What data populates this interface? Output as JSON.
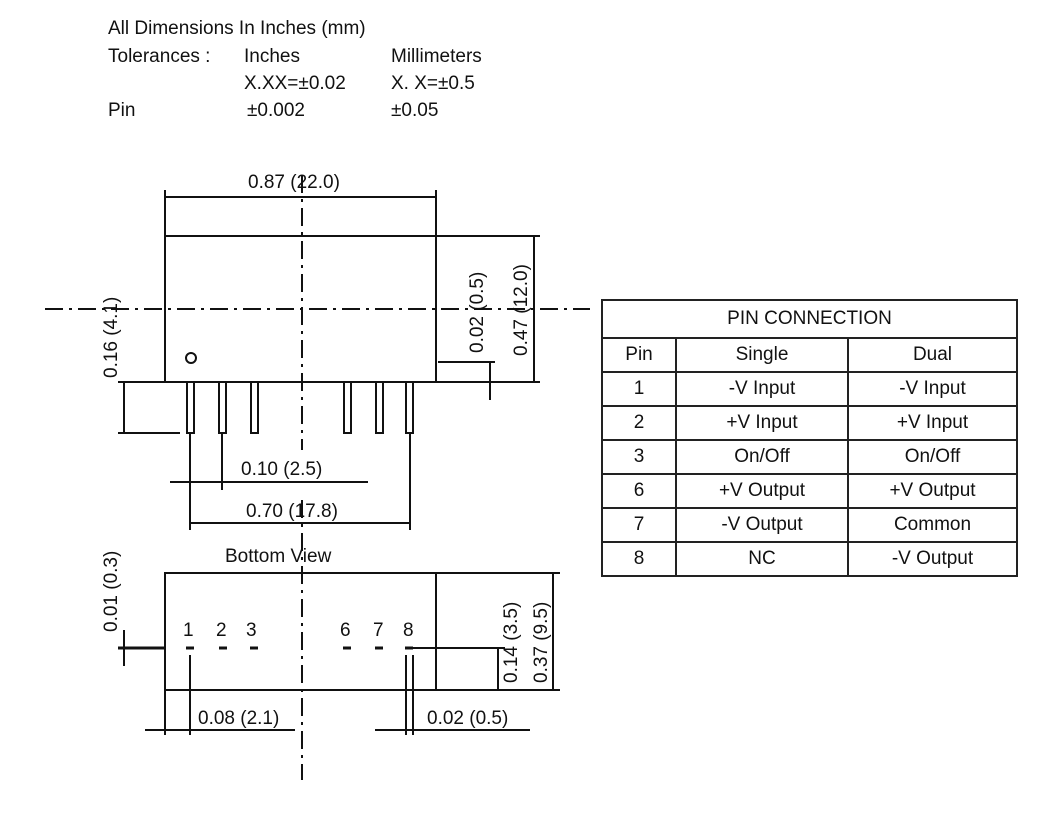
{
  "header": {
    "line1": "All Dimensions In Inches (mm)",
    "tolerances_label": "Tolerances :",
    "col_inches": "Inches",
    "col_mm": "Millimeters",
    "inches_tol": "X.XX=±0.02",
    "mm_tol": "X. X=±0.5",
    "pin_label": "Pin",
    "pin_inches_tol": "±0.002",
    "pin_mm_tol": "±0.05"
  },
  "dims": {
    "width": "0.87 (22.0)",
    "height": "0.47 (12.0)",
    "standoff": "0.02 (0.5)",
    "pin_length": "0.16 (4.1)",
    "pin_pitch": "0.10 (2.5)",
    "pin_span": "0.70 (17.8)",
    "bottom_view": "Bottom View",
    "bottom_offset": "0.01 (0.3)",
    "row_offset": "0.14 (3.5)",
    "bottom_height": "0.37 (9.5)",
    "edge_to_pin": "0.08 (2.1)",
    "pin_dia": "0.02 (0.5)"
  },
  "bottom_pins": [
    "1",
    "2",
    "3",
    "6",
    "7",
    "8"
  ],
  "pin_table": {
    "title": "PIN CONNECTION",
    "headers": [
      "Pin",
      "Single",
      "Dual"
    ],
    "rows": [
      [
        "1",
        "-V Input",
        "-V Input"
      ],
      [
        "2",
        "+V Input",
        "+V Input"
      ],
      [
        "3",
        "On/Off",
        "On/Off"
      ],
      [
        "6",
        "+V Output",
        "+V Output"
      ],
      [
        "7",
        "-V Output",
        "Common"
      ],
      [
        "8",
        "NC",
        "-V Output"
      ]
    ]
  }
}
